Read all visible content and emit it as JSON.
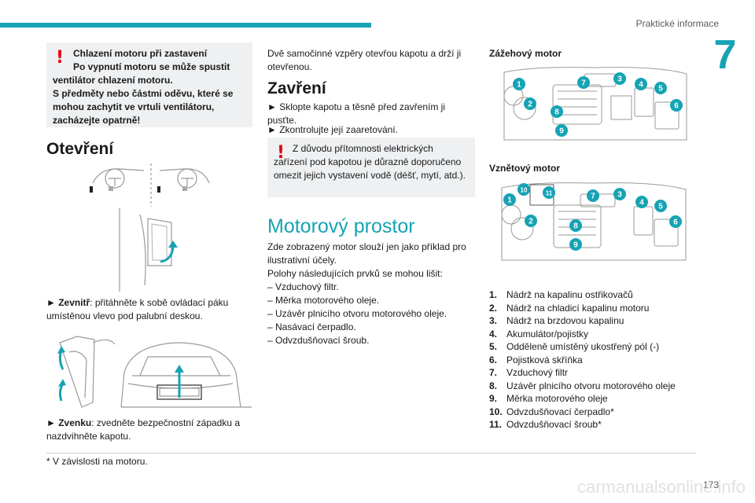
{
  "header": {
    "chapter_title": "Praktické informace",
    "chapter_number": "7",
    "accent_color": "#16a3b4"
  },
  "warning1": {
    "icon": "exclamation-icon",
    "lines": [
      "Chlazení motoru při zastavení",
      "Po vypnutí motoru se může spustit ventilátor chlazení motoru.",
      "S předměty nebo částmi oděvu, které se mohou zachytit ve vrtuli ventilátoru, zacházejte opatrně!"
    ]
  },
  "opening": {
    "title": "Otevření",
    "inside_label": "► Zevnitř",
    "inside_text": ": přitáhněte k sobě ovládací páku umístěnou vlevo pod palubní deskou.",
    "outside_label": "► Zvenku",
    "outside_text": ": zvedněte bezpečnostní západku a nazdvihněte kapotu."
  },
  "col2": {
    "intro": "Dvě samočinné vzpěry otevřou kapotu a drží ji otevřenou.",
    "closing_title": "Zavření",
    "closing_steps": [
      "► Sklopte kapotu a těsně před zavřením ji pusťte.",
      "► Zkontrolujte její zaaretování."
    ],
    "warning2": {
      "icon": "exclamation-icon",
      "text": "Z důvodu přítomnosti elektrických zařízení pod kapotou je důrazně doporučeno omezit jejich vystavení vodě (déšť, mytí, atd.)."
    },
    "engine_bay_title": "Motorový prostor",
    "engine_bay_text": [
      "Zde zobrazený motor slouží jen jako příklad pro ilustrativní účely.",
      "Polohy následujících prvků se mohou lišit:",
      "– Vzduchový filtr.",
      "– Měrka motorového oleje.",
      "– Uzávěr plnicího otvoru motorového oleje.",
      "– Nasávací čerpadlo.",
      "– Odvzdušňovací šroub."
    ]
  },
  "col3": {
    "petrol_title": "Zážehový motor",
    "diesel_title": "Vznětový motor",
    "petrol_markers": [
      "1",
      "2",
      "7",
      "3",
      "4",
      "5",
      "6",
      "8",
      "9"
    ],
    "diesel_markers": [
      "1",
      "10",
      "11",
      "7",
      "3",
      "4",
      "5",
      "6",
      "2",
      "8",
      "9"
    ],
    "legend": [
      {
        "num": "1.",
        "text": "Nádrž na kapalinu ostřikovačů"
      },
      {
        "num": "2.",
        "text": "Nádrž na chladicí kapalinu motoru"
      },
      {
        "num": "3.",
        "text": "Nádrž na brzdovou kapalinu"
      },
      {
        "num": "4.",
        "text": "Akumulátor/pojistky"
      },
      {
        "num": "5.",
        "text": "Odděleně umístěný ukostřený pól (-)"
      },
      {
        "num": "6.",
        "text": "Pojistková skříňka"
      },
      {
        "num": "7.",
        "text": "Vzduchový filtr"
      },
      {
        "num": "8.",
        "text": "Uzávěr plnicího otvoru motorového oleje"
      },
      {
        "num": "9.",
        "text": "Měrka motorového oleje"
      },
      {
        "num": "10.",
        "text": "Odvzdušňovací čerpadlo*"
      },
      {
        "num": "11.",
        "text": "Odvzdušňovací šroub*"
      }
    ]
  },
  "footer": {
    "footnote": "* V závislosti na motoru.",
    "page_number": "173",
    "watermark": "carmanualsonline.info"
  }
}
